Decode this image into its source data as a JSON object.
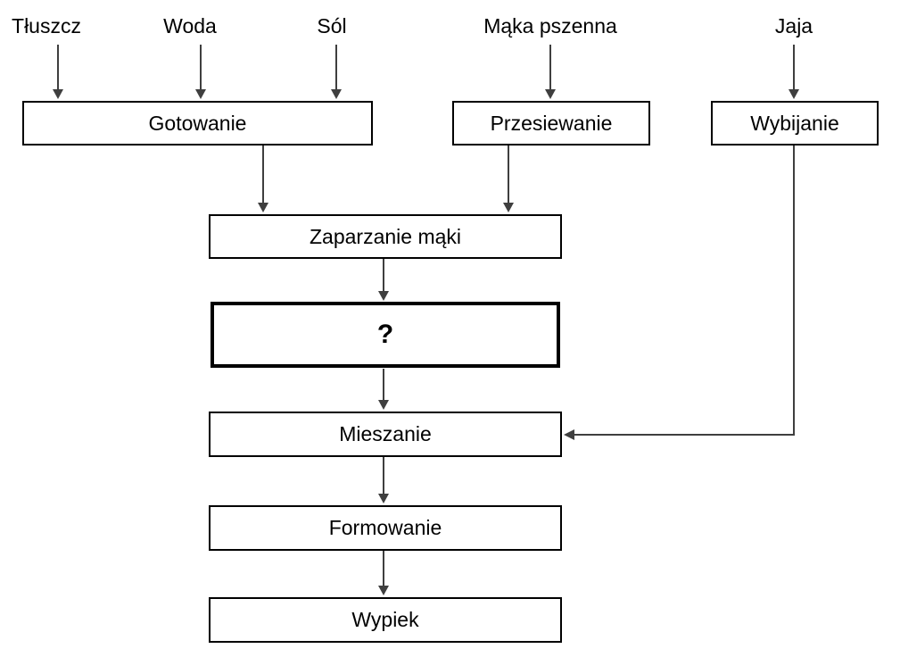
{
  "inputs": {
    "tluszcz": "Tłuszcz",
    "woda": "Woda",
    "sol": "Sól",
    "maka": "Mąka pszenna",
    "jaja": "Jaja"
  },
  "boxes": {
    "gotowanie": "Gotowanie",
    "przesiewanie": "Przesiewanie",
    "wybijanie": "Wybijanie",
    "zaparzanie": "Zaparzanie mąki",
    "unknown": "?",
    "mieszanie": "Mieszanie",
    "formowanie": "Formowanie",
    "wypiek": "Wypiek"
  },
  "connections": [
    {
      "from": "Tłuszcz",
      "to": "Gotowanie"
    },
    {
      "from": "Woda",
      "to": "Gotowanie"
    },
    {
      "from": "Sól",
      "to": "Gotowanie"
    },
    {
      "from": "Mąka pszenna",
      "to": "Przesiewanie"
    },
    {
      "from": "Jaja",
      "to": "Wybijanie"
    },
    {
      "from": "Gotowanie",
      "to": "Zaparzanie mąki"
    },
    {
      "from": "Przesiewanie",
      "to": "Zaparzanie mąki"
    },
    {
      "from": "Zaparzanie mąki",
      "to": "?"
    },
    {
      "from": "?",
      "to": "Mieszanie"
    },
    {
      "from": "Wybijanie",
      "to": "Mieszanie"
    },
    {
      "from": "Mieszanie",
      "to": "Formowanie"
    },
    {
      "from": "Formowanie",
      "to": "Wypiek"
    }
  ],
  "colors": {
    "background": "#ffffff",
    "box_border": "#000000",
    "arrow": "#3f3f3f",
    "text": "#000000"
  }
}
